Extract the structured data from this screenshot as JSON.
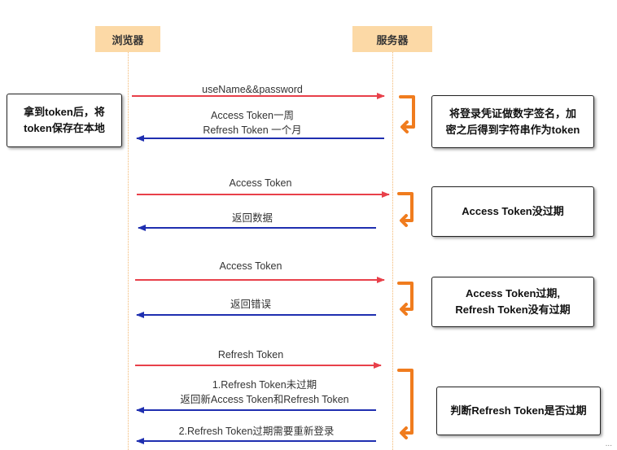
{
  "lanes": {
    "browser": "浏览器",
    "server": "服务器"
  },
  "messages": {
    "login_request": "useName&&password",
    "tokens_line1": "Access Token一周",
    "tokens_line2": "Refresh Token 一个月",
    "access_request_1": "Access Token",
    "return_data": "返回数据",
    "access_request_2": "Access Token",
    "return_error": "返回错误",
    "refresh_request": "Refresh Token",
    "refresh_ok_line1": "1.Refresh Token未过期",
    "refresh_ok_line2": "返回新Access Token和Refresh Token",
    "refresh_expired": "2.Refresh Token过期需要重新登录"
  },
  "notes": {
    "client_store_line1": "拿到token后，将",
    "client_store_line2": "token保存在本地",
    "server_sign_line1": "将登录凭证做数字签名，加",
    "server_sign_line2": "密之后得到字符串作为token",
    "access_valid": "Access Token没过期",
    "access_expired_line1": "Access Token过期,",
    "access_expired_line2": "Refresh Token没有过期",
    "check_refresh": "判断Refresh Token是否过期"
  },
  "watermark": "...",
  "colors": {
    "request_arrow": "#e8404a",
    "response_arrow": "#1f2fb0",
    "server_bracket": "#f07c1e",
    "lane_header": "#fcd9a6",
    "lifeline": "#f3b770"
  }
}
